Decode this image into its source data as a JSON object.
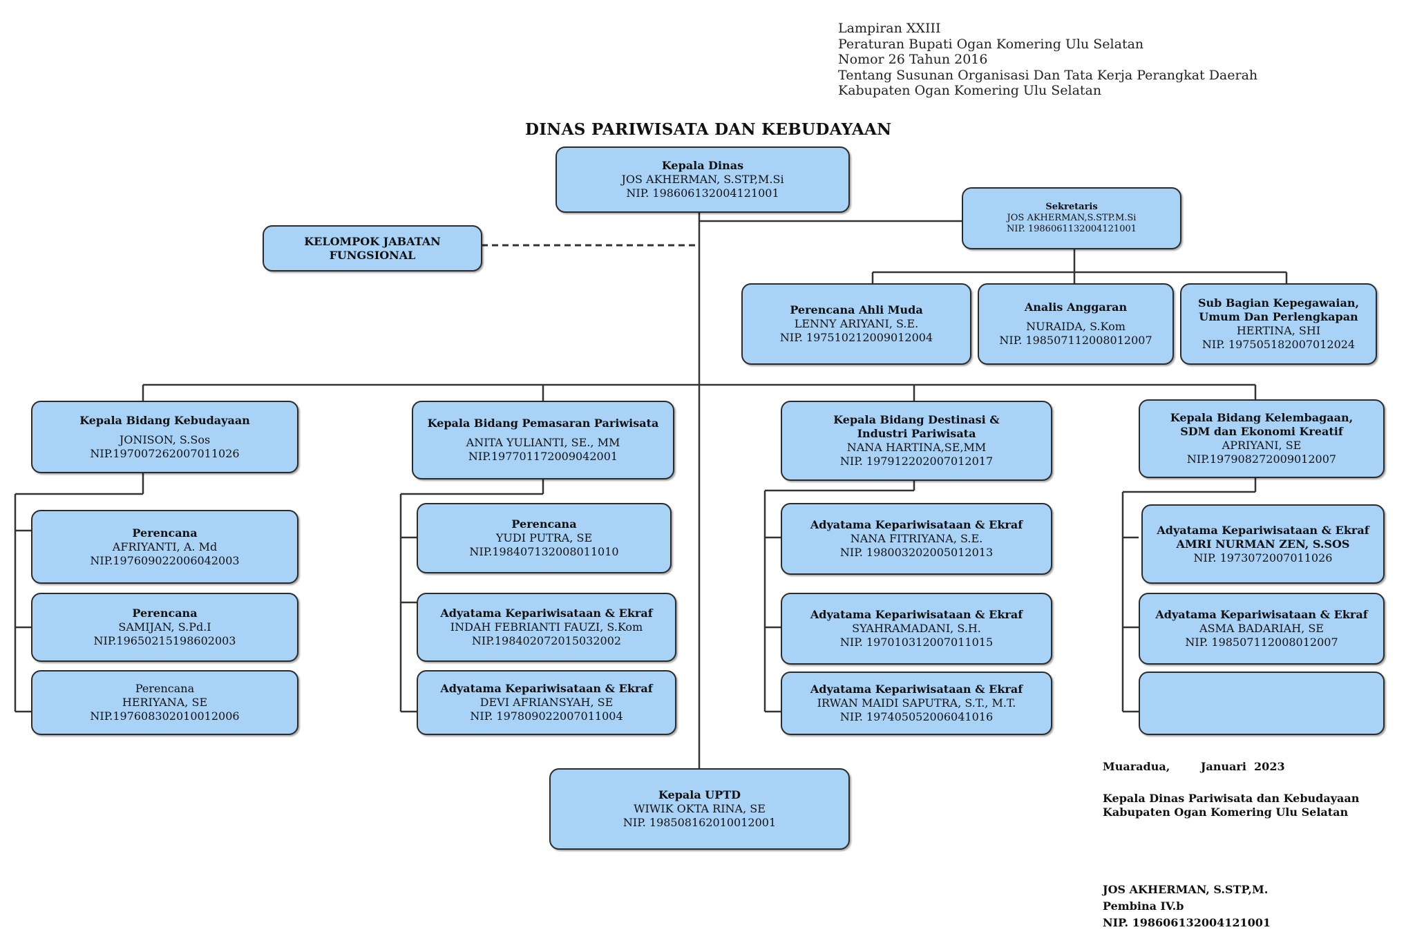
{
  "header": {
    "lines": [
      "Lampiran XXIII",
      "Peraturan Bupati Ogan Komering Ulu Selatan",
      "Nomor 26 Tahun 2016",
      "Tentang Susunan Organisasi Dan Tata Kerja Perangkat Daerah",
      "Kabupaten Ogan Komering Ulu Selatan"
    ]
  },
  "title": "DINAS PARIWISATA DAN KEBUDAYAAN",
  "boxes": {
    "kepala_dinas": {
      "role": "Kepala Dinas",
      "name": "JOS AKHERMAN, S.STP,M.Si",
      "nip": "NIP. 198606132004121001"
    },
    "sekretaris": {
      "role": "Sekretaris",
      "name": "JOS AKHERMAN,S.STP.M.Si",
      "nip": "NIP. 198606113200412100​1"
    },
    "jabatan_fungsional": {
      "role": "KELOMPOK JABATAN FUNGSIONAL"
    },
    "perencana_ahli_muda": {
      "role": "Perencana Ahli Muda",
      "name": "LENNY ARIYANI, S.E.",
      "nip": "NIP. 197510212009012004"
    },
    "analis_anggaran": {
      "role": "Analis Anggaran",
      "name": "NURAIDA, S.Kom",
      "nip": "NIP. 198507112008012007"
    },
    "subbag": {
      "role": "Sub Bagian Kepegawaian, Umum Dan Perlengkapan",
      "name": "HERTINA, SHI",
      "nip": "NIP. 197505182007012024"
    },
    "kabid_kebudayaan": {
      "role": "Kepala Bidang Kebudayaan",
      "name": "JONISON, S.Sos",
      "nip": "NIP.197007262007011026"
    },
    "keb_1": {
      "role": "Perencana",
      "name": "AFRIYANTI, A. Md",
      "nip": "NIP.197609022006042003"
    },
    "keb_2": {
      "role": "Perencana",
      "name": "SAMIJAN, S.Pd.I",
      "nip": "NIP.196502151986020​03"
    },
    "keb_3": {
      "role": "Perencana",
      "name": "HERIYANA, SE",
      "nip": "NIP.197608302010012006"
    },
    "kabid_pemasaran": {
      "role": "Kepala Bidang Pemasaran Pariwisata",
      "name": "ANITA YULIANTI, SE., MM",
      "nip": "NIP.197701172009042001"
    },
    "pem_1": {
      "role": "Perencana",
      "name": "YUDI PUTRA, SE",
      "nip": "NIP.198407132008011010"
    },
    "pem_2": {
      "role": "Adyatama Kepariwisataan & Ekraf",
      "name": "INDAH FEBRIANTI FAUZI, S.Kom",
      "nip": "NIP.198402072015032002"
    },
    "pem_3": {
      "role": "Adyatama Kepariwisataan & Ekraf",
      "name": "DEVI AFRIANSYAH, SE",
      "nip": "NIP. 197809022007011004"
    },
    "kabid_destinasi": {
      "role": "Kepala Bidang Destinasi & Industri Pariwisata",
      "name": "NANA HARTINA,SE,MM",
      "nip": "NIP. 197912202007012017"
    },
    "des_1": {
      "role": "Adyatama Kepariwisataan & Ekraf",
      "name": "NANA FITRIYANA, S.E.",
      "nip": "NIP. 198003202005012013"
    },
    "des_2": {
      "role": "Adyatama Kepariwisataan & Ekraf",
      "name": "SYAHRAMADANI, S.H.",
      "nip": "NIP. 197010312007011015"
    },
    "des_3": {
      "role": "Adyatama Kepariwisataan & Ekraf",
      "name": "IRWAN MAIDI SAPUTRA, S.T., M.T.",
      "nip": "NIP. 197405052006041016"
    },
    "kabid_kelembagaan": {
      "role": "Kepala Bidang Kelembagaan, SDM dan Ekonomi Kreatif",
      "name": "APRIYANI, SE",
      "nip": "NIP.197908272009012007"
    },
    "kel_1": {
      "role": "Adyatama Kepariwisataan & Ekraf",
      "name": "AMRI NURMAN ZEN, S.SOS",
      "nip": "NIP. 1973072007011026"
    },
    "kel_2": {
      "role": "Adyatama Kepariwisataan & Ekraf",
      "name": "ASMA BADARIAH, SE",
      "nip": "NIP. 198507112008012007"
    },
    "uptd": {
      "role": "Kepala UPTD",
      "name": "WIWIK OKTA RINA, SE",
      "nip": "NIP. 198508162010012001"
    }
  },
  "signature": {
    "place_date": "Muaradua,        Januari  2023",
    "position_1": "Kepala Dinas Pariwisata dan Kebudayaan",
    "position_2": "Kabupaten Ogan Komering Ulu Selatan",
    "name": "JOS AKHERMAN, S.STP,M.",
    "rank": "Pembina IV.b",
    "nip": "NIP. 198606132004121001"
  },
  "colors": {
    "box_fill": "#a9d2f7",
    "box_border": "#2b2b2b",
    "line": "#333333"
  }
}
